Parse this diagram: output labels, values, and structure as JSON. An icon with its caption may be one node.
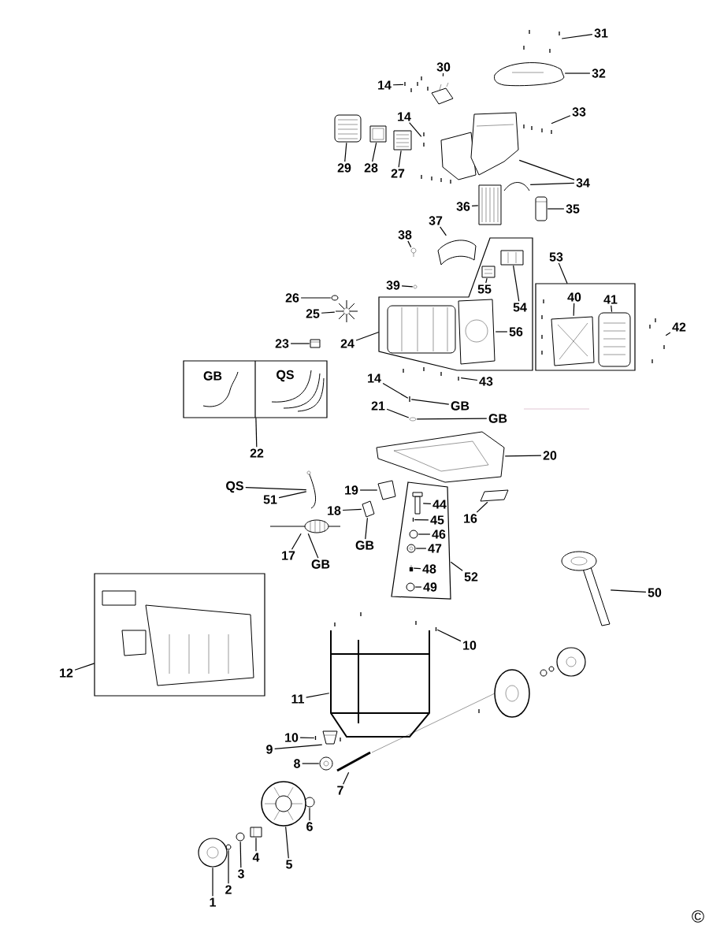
{
  "diagram": {
    "nodes": [
      {
        "text": [
          "31"
        ]
      },
      {
        "text": [
          "32"
        ]
      },
      {
        "text": [
          "30"
        ]
      },
      {
        "text": [
          "14"
        ]
      },
      {
        "text": [
          "14"
        ]
      },
      {
        "text": [
          "33"
        ]
      },
      {
        "text": [
          "29"
        ]
      },
      {
        "text": [
          "28"
        ]
      },
      {
        "text": [
          "27"
        ]
      },
      {
        "text": [
          "34"
        ]
      },
      {
        "text": [
          "36"
        ]
      },
      {
        "text": [
          "35"
        ]
      },
      {
        "text": [
          "37"
        ]
      },
      {
        "text": [
          "38"
        ]
      },
      {
        "text": [
          "53"
        ]
      },
      {
        "text": [],
        "shape": "box"
      },
      {
        "text": [
          "55"
        ],
        "in": 15
      },
      {
        "text": [
          "54"
        ],
        "in": 15
      },
      {
        "text": [],
        "shape": "box"
      },
      {
        "text": [
          "39"
        ]
      },
      {
        "text": [
          "26"
        ]
      },
      {
        "text": [
          "40"
        ],
        "in": 18
      },
      {
        "text": [
          "41"
        ],
        "in": 18
      },
      {
        "text": [
          "25"
        ]
      },
      {
        "text": [
          "42"
        ]
      },
      {
        "text": [
          "56"
        ],
        "in": 15
      },
      {
        "text": [
          "23"
        ]
      },
      {
        "text": [
          "24"
        ]
      },
      {
        "text": [],
        "shape": "box"
      },
      {
        "text": [
          "GB"
        ],
        "in": 28
      },
      {
        "text": [
          "QS"
        ],
        "in": 28
      },
      {
        "text": [
          "14"
        ]
      },
      {
        "text": [
          "43"
        ]
      },
      {
        "text": [
          "GB"
        ]
      },
      {
        "text": [
          "21"
        ]
      },
      {
        "text": [
          "GB"
        ]
      },
      {
        "text": [
          "22"
        ]
      },
      {
        "text": [
          "20"
        ]
      },
      {
        "text": [
          "QS"
        ]
      },
      {
        "text": [
          "19"
        ]
      },
      {
        "text": [
          "51"
        ]
      },
      {
        "text": [
          "18"
        ]
      },
      {
        "text": [],
        "shape": "box"
      },
      {
        "text": [
          "44"
        ],
        "in": 42
      },
      {
        "text": [
          "45"
        ],
        "in": 42
      },
      {
        "text": [
          "46"
        ],
        "in": 42
      },
      {
        "text": [
          "47"
        ],
        "in": 42
      },
      {
        "text": [
          "16"
        ]
      },
      {
        "text": [
          "48"
        ],
        "in": 42
      },
      {
        "text": [
          "49"
        ],
        "in": 42
      },
      {
        "text": [
          "52"
        ]
      },
      {
        "text": [
          "GB"
        ]
      },
      {
        "text": [
          "17"
        ]
      },
      {
        "text": [
          "GB"
        ]
      },
      {
        "text": [
          "50"
        ]
      },
      {
        "text": [],
        "shape": "box"
      },
      {
        "text": [
          "12"
        ]
      },
      {
        "text": [
          "10"
        ]
      },
      {
        "text": [
          "11"
        ]
      },
      {
        "text": [
          "10"
        ]
      },
      {
        "text": [
          "9"
        ]
      },
      {
        "text": [
          "8"
        ]
      },
      {
        "text": [
          "7"
        ]
      },
      {
        "text": [
          "6"
        ]
      },
      {
        "text": [
          "5"
        ]
      },
      {
        "text": [
          "4"
        ]
      },
      {
        "text": [
          "3"
        ]
      },
      {
        "text": [
          "2"
        ]
      },
      {
        "text": [
          "1"
        ]
      },
      {
        "text": [],
        "shape": "picture"
      },
      {
        "text": [],
        "shape": "picture"
      },
      {
        "text": [],
        "shape": "picture"
      },
      {
        "text": [],
        "shape": "picture"
      },
      {
        "text": [],
        "shape": "picture"
      },
      {
        "text": [],
        "shape": "picture"
      },
      {
        "text": [],
        "shape": "picture"
      },
      {
        "text": [],
        "shape": "picture"
      },
      {
        "text": [],
        "shape": "picture"
      },
      {
        "text": [],
        "shape": "picture"
      },
      {
        "text": [],
        "shape": "picture"
      },
      {
        "text": [],
        "shape": "picture"
      },
      {
        "text": [],
        "shape": "picture"
      },
      {
        "text": [],
        "shape": "picture"
      },
      {
        "text": [],
        "shape": "picture"
      },
      {
        "text": [],
        "shape": "picture",
        "in": 15
      },
      {
        "text": [],
        "shape": "picture",
        "in": 15
      },
      {
        "text": [],
        "shape": "picture"
      },
      {
        "text": [],
        "shape": "picture"
      },
      {
        "text": [],
        "shape": "picture",
        "in": 18
      },
      {
        "text": [],
        "shape": "picture",
        "in": 18
      },
      {
        "text": [],
        "shape": "picture"
      },
      {
        "text": [],
        "shape": "picture"
      },
      {
        "text": [],
        "shape": "picture",
        "in": 15
      },
      {
        "text": [],
        "shape": "picture"
      },
      {
        "text": [],
        "shape": "picture"
      },
      {
        "text": [],
        "shape": "picture"
      },
      {
        "text": [],
        "shape": "picture"
      },
      {
        "text": [],
        "shape": "picture"
      },
      {
        "text": [],
        "shape": "picture"
      },
      {
        "text": [],
        "shape": "picture"
      },
      {
        "text": [],
        "shape": "picture"
      },
      {
        "text": [],
        "shape": "picture",
        "in": 42
      },
      {
        "text": [],
        "shape": "picture",
        "in": 42
      },
      {
        "text": [],
        "shape": "picture",
        "in": 42
      },
      {
        "text": [],
        "shape": "picture",
        "in": 42
      },
      {
        "text": [],
        "shape": "picture"
      },
      {
        "text": [],
        "shape": "box",
        "in": 42
      },
      {
        "text": [],
        "shape": "picture",
        "in": 42
      },
      {
        "text": [],
        "shape": "picture"
      },
      {
        "text": [],
        "shape": "picture"
      },
      {
        "text": [],
        "shape": "picture"
      },
      {
        "text": [],
        "shape": "picture"
      },
      {
        "text": [],
        "shape": "picture"
      },
      {
        "text": [],
        "shape": "picture"
      },
      {
        "text": [],
        "shape": "picture"
      },
      {
        "text": [],
        "shape": "picture"
      },
      {
        "text": [],
        "shape": "picture"
      },
      {
        "text": [],
        "shape": "picture"
      },
      {
        "text": [],
        "shape": "picture"
      },
      {
        "text": [],
        "shape": "picture"
      },
      {
        "text": [],
        "shape": "picture"
      },
      {
        "text": [],
        "shape": "picture"
      }
    ],
    "edges": [
      {
        "from": 0,
        "to": 69,
        "arrow": "none"
      },
      {
        "from": 1,
        "to": 70,
        "arrow": "none"
      },
      {
        "from": 2,
        "to": 71,
        "arrow": "none"
      },
      {
        "from": 3,
        "to": 72,
        "arrow": "none"
      },
      {
        "from": 4,
        "to": 73,
        "arrow": "none"
      },
      {
        "from": 5,
        "to": 74,
        "arrow": "none"
      },
      {
        "from": 6,
        "to": 75,
        "arrow": "none"
      },
      {
        "from": 7,
        "to": 76,
        "arrow": "none"
      },
      {
        "from": 8,
        "to": 77,
        "arrow": "none"
      },
      {
        "from": 9,
        "to": 78,
        "arrow": "none"
      },
      {
        "from": 9,
        "to": 79,
        "arrow": "none"
      },
      {
        "from": 10,
        "to": 80,
        "arrow": "none"
      },
      {
        "from": 11,
        "to": 81,
        "arrow": "none"
      },
      {
        "from": 12,
        "to": 82,
        "arrow": "none"
      },
      {
        "from": 13,
        "to": 83,
        "arrow": "none"
      },
      {
        "from": 14,
        "to": 18,
        "arrow": "none"
      },
      {
        "from": 27,
        "to": 15,
        "arrow": "none"
      },
      {
        "from": 16,
        "to": 84,
        "arrow": "none"
      },
      {
        "from": 17,
        "to": 85,
        "arrow": "none"
      },
      {
        "from": 19,
        "to": 86,
        "arrow": "none"
      },
      {
        "from": 20,
        "to": 87,
        "arrow": "none"
      },
      {
        "from": 21,
        "to": 88,
        "arrow": "none"
      },
      {
        "from": 22,
        "to": 89,
        "arrow": "none"
      },
      {
        "from": 23,
        "to": 90,
        "arrow": "none"
      },
      {
        "from": 24,
        "to": 91,
        "arrow": "none"
      },
      {
        "from": 25,
        "to": 92,
        "arrow": "none"
      },
      {
        "from": 26,
        "to": 93,
        "arrow": "none"
      },
      {
        "from": 31,
        "to": 94,
        "arrow": "none"
      },
      {
        "from": 32,
        "to": 95,
        "arrow": "none"
      },
      {
        "from": 33,
        "to": 94,
        "arrow": "none"
      },
      {
        "from": 34,
        "to": 96,
        "arrow": "none"
      },
      {
        "from": 35,
        "to": 96,
        "arrow": "none"
      },
      {
        "from": 36,
        "to": 28,
        "arrow": "none"
      },
      {
        "from": 37,
        "to": 97,
        "arrow": "none"
      },
      {
        "from": 38,
        "to": 98,
        "arrow": "none"
      },
      {
        "from": 39,
        "to": 99,
        "arrow": "none"
      },
      {
        "from": 40,
        "to": 98,
        "arrow": "none"
      },
      {
        "from": 41,
        "to": 100,
        "arrow": "none"
      },
      {
        "from": 43,
        "to": 101,
        "arrow": "none"
      },
      {
        "from": 44,
        "to": 102,
        "arrow": "none"
      },
      {
        "from": 45,
        "to": 103,
        "arrow": "none"
      },
      {
        "from": 46,
        "to": 104,
        "arrow": "none"
      },
      {
        "from": 47,
        "to": 105,
        "arrow": "none"
      },
      {
        "from": 48,
        "to": 106,
        "arrow": "none"
      },
      {
        "from": 49,
        "to": 107,
        "arrow": "none"
      },
      {
        "from": 50,
        "to": 42,
        "arrow": "none"
      },
      {
        "from": 51,
        "to": 100,
        "arrow": "none"
      },
      {
        "from": 52,
        "to": 108,
        "arrow": "none"
      },
      {
        "from": 53,
        "to": 108,
        "arrow": "none"
      },
      {
        "from": 54,
        "to": 109,
        "arrow": "none"
      },
      {
        "from": 56,
        "to": 55,
        "arrow": "none"
      },
      {
        "from": 57,
        "to": 110,
        "arrow": "none"
      },
      {
        "from": 58,
        "to": 111,
        "arrow": "none"
      },
      {
        "from": 59,
        "to": 112,
        "arrow": "none"
      },
      {
        "from": 60,
        "to": 113,
        "arrow": "none"
      },
      {
        "from": 61,
        "to": 114,
        "arrow": "none"
      },
      {
        "from": 62,
        "to": 115,
        "arrow": "none"
      },
      {
        "from": 63,
        "to": 116,
        "arrow": "none"
      },
      {
        "from": 64,
        "to": 117,
        "arrow": "none"
      },
      {
        "from": 65,
        "to": 118,
        "arrow": "none"
      },
      {
        "from": 66,
        "to": 119,
        "arrow": "none"
      },
      {
        "from": 67,
        "to": 120,
        "arrow": "none"
      },
      {
        "from": 68,
        "to": 121,
        "arrow": "none"
      }
    ],
    "labels": [
      "©"
    ]
  }
}
